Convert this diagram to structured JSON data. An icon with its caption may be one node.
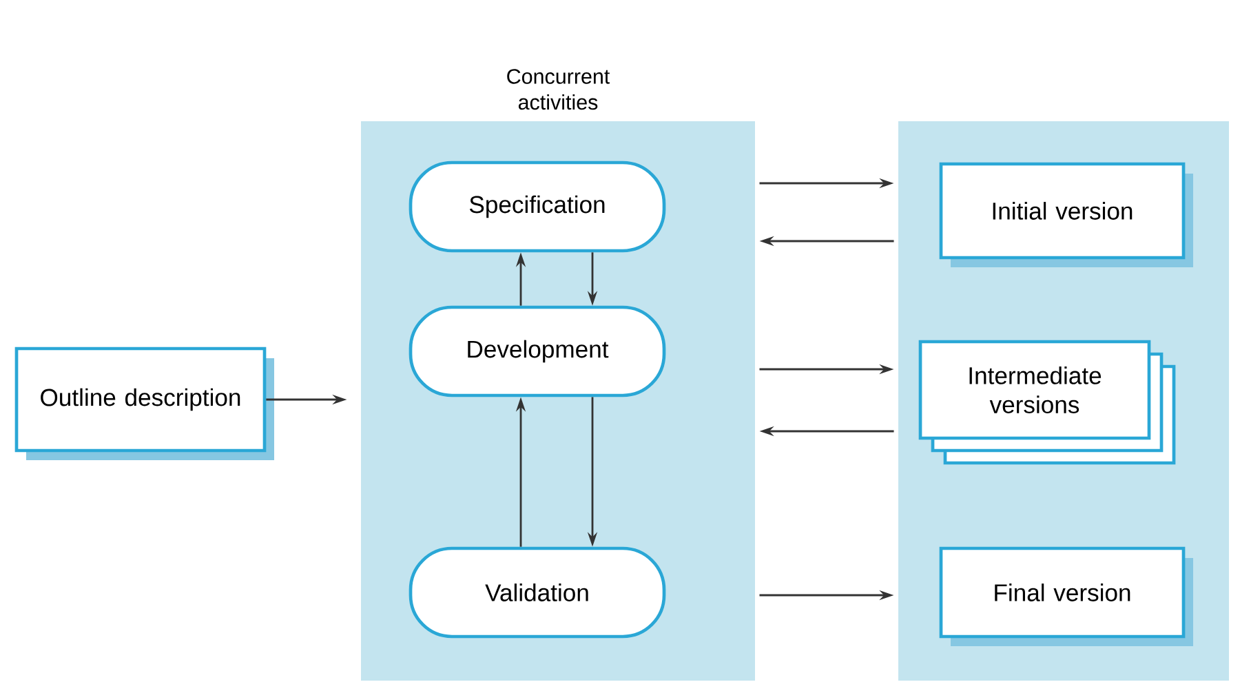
{
  "diagram": {
    "nodes": [
      {
        "text": [
          "Outline description"
        ]
      },
      {
        "text": [
          "Concurrent activities"
        ]
      },
      {
        "text": [
          "Specification"
        ],
        "in": 1
      },
      {
        "text": [
          "Development"
        ],
        "in": 1
      },
      {
        "text": [
          "Validation"
        ],
        "in": 1
      },
      {
        "text": [],
        "shape": "box"
      },
      {
        "text": [
          "Initial version"
        ],
        "in": 5
      },
      {
        "text": [
          "Intermediate versions"
        ],
        "in": 5
      },
      {
        "text": [
          "Final version"
        ],
        "in": 5
      }
    ],
    "edges": [
      {
        "from": 0,
        "to": 1,
        "arrow": "to"
      },
      {
        "from": 2,
        "to": 3,
        "arrow": "to"
      },
      {
        "from": 3,
        "to": 2,
        "arrow": "to"
      },
      {
        "from": 3,
        "to": 4,
        "arrow": "to"
      },
      {
        "from": 4,
        "to": 3,
        "arrow": "to"
      },
      {
        "from": 1,
        "to": 5,
        "arrow": "to"
      },
      {
        "from": 5,
        "to": 1,
        "arrow": "to"
      },
      {
        "from": 1,
        "to": 5,
        "arrow": "to"
      },
      {
        "from": 5,
        "to": 1,
        "arrow": "to"
      },
      {
        "from": 1,
        "to": 5,
        "arrow": "to"
      }
    ]
  }
}
